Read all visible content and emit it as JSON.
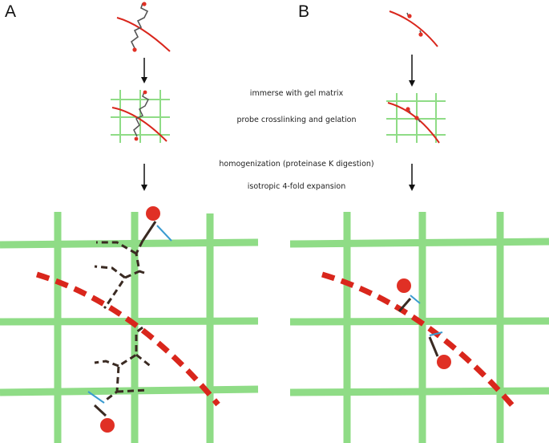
{
  "panels": {
    "a_label": "A",
    "b_label": "B"
  },
  "steps": [
    "immerse with gel matrix",
    "probe crosslinking and gelation",
    "homogenization (proteinase K digestion)",
    "isotropic 4-fold expansion"
  ],
  "colors": {
    "gel_grid": "#8fdc86",
    "rna_strand": "#d9261c",
    "probe": "#3a2a22",
    "crosslinker": "#3a9bd0",
    "label_dot": "#e03025",
    "arrow": "#111111"
  }
}
